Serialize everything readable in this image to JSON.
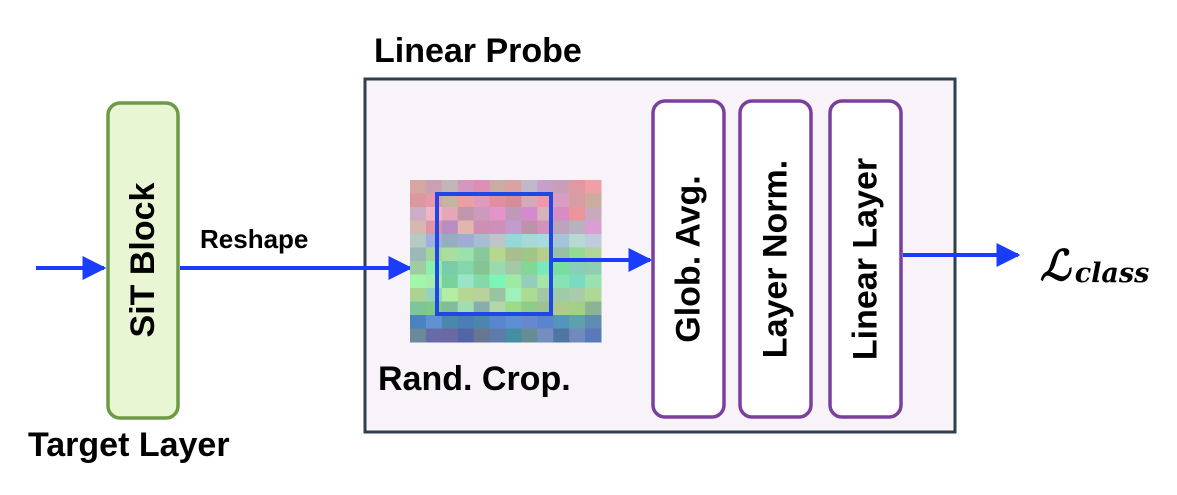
{
  "labels": {
    "linear_probe_title": "Linear Probe",
    "target_layer": "Target Layer",
    "sit_block": "SiT Block",
    "reshape": "Reshape",
    "rand_crop": "Rand. Crop.",
    "glob_avg": "Glob. Avg.",
    "layer_norm": "Layer Norm.",
    "linear_layer": "Linear Layer",
    "loss_main": "ℒ",
    "loss_sub": "class"
  },
  "colors": {
    "arrow": "#1a3cff",
    "sit_block_fill": "#e8f6d4",
    "sit_block_border": "#6e9a45",
    "probe_panel_fill": "#f7f3f8",
    "probe_panel_border": "#2e3f4d",
    "module_border": "#7b3f9e",
    "crop_border": "#1f47e6"
  },
  "feature_map": {
    "rows": 12,
    "cols": 12,
    "tint_rows": [
      "#d7a3b3",
      "#d9a0b0",
      "#d99fb4",
      "#cfa5c0",
      "#a9c4cf",
      "#9ecf9f",
      "#8fdcaa",
      "#8ee0b0",
      "#a6d9a8",
      "#98c69e",
      "#5e8fc0",
      "#5d7fa9"
    ]
  }
}
